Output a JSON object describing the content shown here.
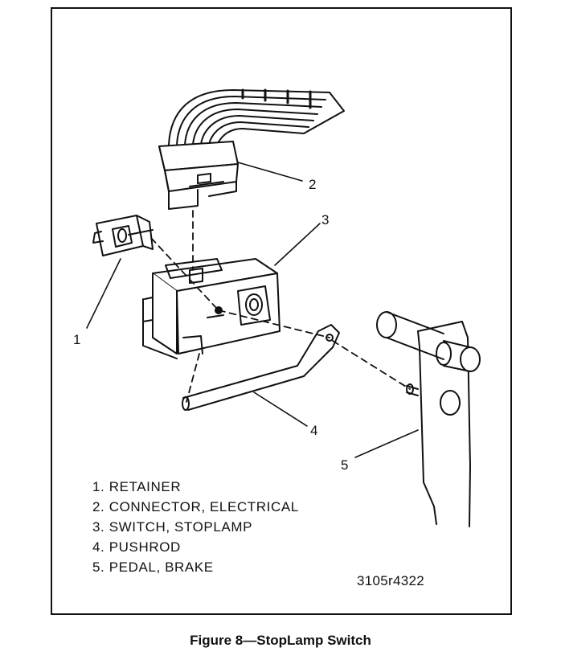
{
  "callouts": [
    "1",
    "2",
    "3",
    "4",
    "5"
  ],
  "legend": [
    "1. RETAINER",
    "2. CONNECTOR, ELECTRICAL",
    "3. SWITCH, STOPLAMP",
    "4. PUSHROD",
    "5. PEDAL, BRAKE"
  ],
  "drawing_id": "3105r4322",
  "caption": "Figure 8—StopLamp Switch"
}
